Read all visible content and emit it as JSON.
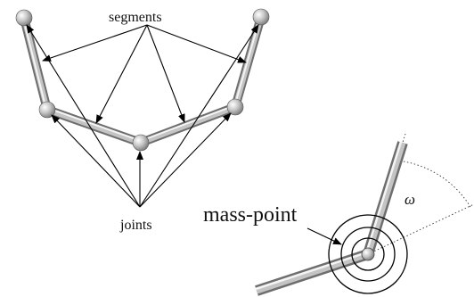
{
  "labels": {
    "segments": "segments",
    "joints": "joints",
    "mass_point": "mass-point",
    "omega": "ω"
  },
  "colors": {
    "segment_light": "#eeeeee",
    "segment_mid": "#bdbdbd",
    "segment_dark": "#7a7a7a",
    "arrow": "#000000",
    "background": "#ffffff"
  }
}
